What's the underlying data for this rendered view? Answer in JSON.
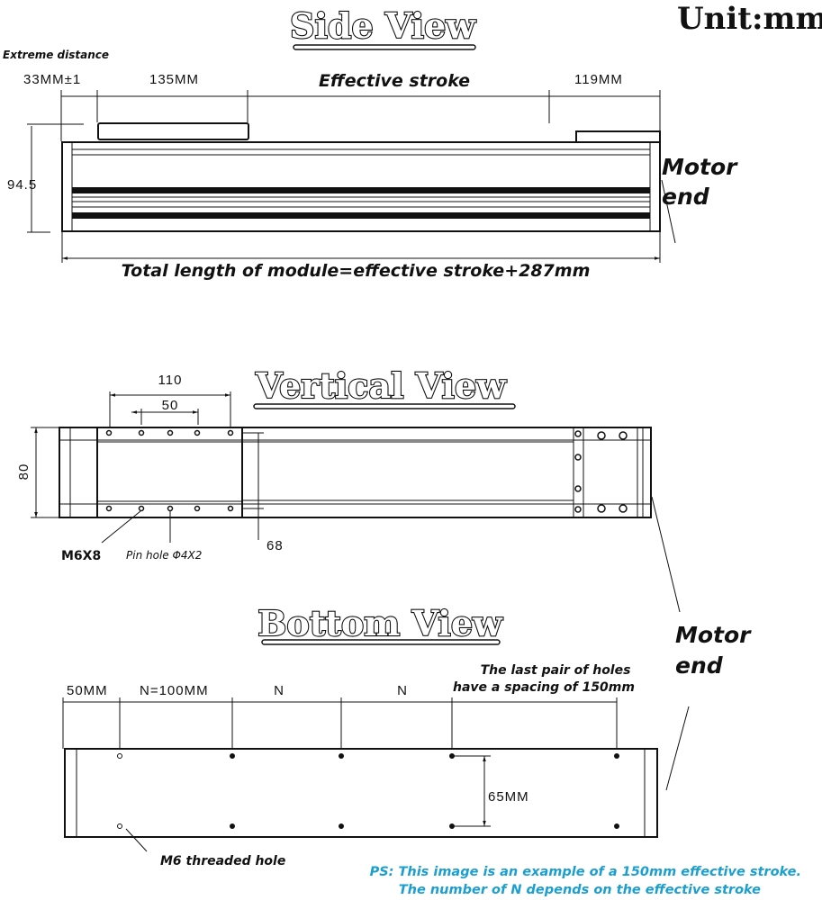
{
  "unit_label": "Unit:mm",
  "side_view": {
    "title": "Side View",
    "extreme_distance_label": "Extreme distance",
    "dim_extreme": "33MM±1",
    "dim_carriage": "135MM",
    "dim_stroke": "Effective stroke",
    "dim_motor_side": "119MM",
    "dim_height": "94.5",
    "motor_end_line1": "Motor",
    "motor_end_line2": "end",
    "total_length": "Total length of module=effective stroke+287mm"
  },
  "vertical_view": {
    "title": "Vertical View",
    "dim_110": "110",
    "dim_50": "50",
    "dim_80": "80",
    "dim_68": "68",
    "m6x8": "M6X8",
    "pin_hole": "Pin hole Φ4X2"
  },
  "bottom_view": {
    "title": "Bottom View",
    "motor_end_line1": "Motor",
    "motor_end_line2": "end",
    "dim_first": "50MM",
    "dim_n_first": "N=100MM",
    "dim_n2": "N",
    "dim_n3": "N",
    "last_pair_line1": "The last pair of holes",
    "last_pair_line2": "have a spacing of 150mm",
    "dim_65": "65MM",
    "threaded_hole": "M6 threaded hole"
  },
  "note": {
    "line1": "PS: This image is an example of a 150mm effective stroke.",
    "line2": "The number of N depends on the effective stroke",
    "color": "#1a9fd0"
  }
}
